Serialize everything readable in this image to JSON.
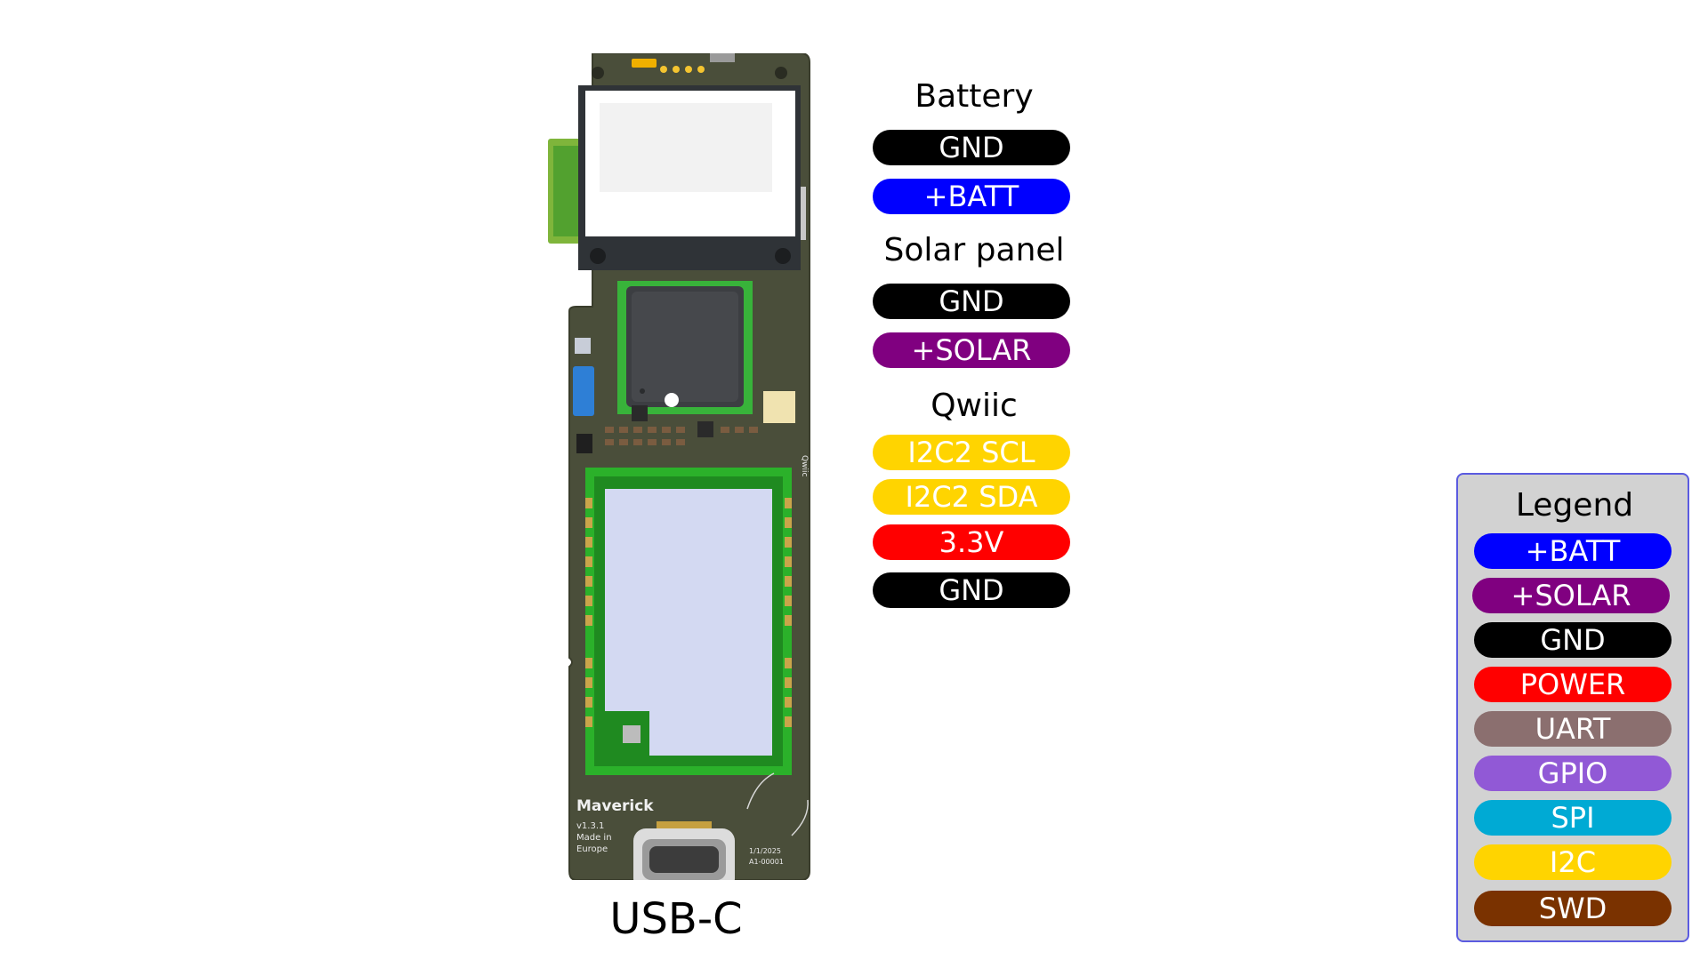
{
  "board": {
    "silkscreen_name": "Maverick",
    "silkscreen_version": "v1.3.1",
    "silkscreen_made_line1": "Made in",
    "silkscreen_made_line2": "Europe",
    "silkscreen_date": "1/1/2025",
    "silkscreen_serial": "A1-00001",
    "silkscreen_qwiic": "Qwiic",
    "usb_label": "USB-C"
  },
  "groups": [
    {
      "title": "Battery",
      "pins": [
        {
          "label": "GND",
          "color": "#000000",
          "text_color": "#ffffff"
        },
        {
          "label": "+BATT",
          "color": "#0000ff",
          "text_color": "#ffffff"
        }
      ]
    },
    {
      "title": "Solar panel",
      "pins": [
        {
          "label": "GND",
          "color": "#000000",
          "text_color": "#ffffff"
        },
        {
          "label": "+SOLAR",
          "color": "#800080",
          "text_color": "#ffffff"
        }
      ]
    },
    {
      "title": "Qwiic",
      "pins": [
        {
          "label": "I2C2 SCL",
          "color": "#ffd400",
          "text_color": "#ffffff"
        },
        {
          "label": "I2C2 SDA",
          "color": "#ffd400",
          "text_color": "#ffffff"
        },
        {
          "label": "3.3V",
          "color": "#ff0000",
          "text_color": "#ffffff"
        },
        {
          "label": "GND",
          "color": "#000000",
          "text_color": "#ffffff"
        }
      ]
    }
  ],
  "legend": {
    "title": "Legend",
    "items": [
      {
        "label": "+BATT",
        "color": "#0000ff"
      },
      {
        "label": "+SOLAR",
        "color": "#800080"
      },
      {
        "label": "GND",
        "color": "#000000"
      },
      {
        "label": "POWER",
        "color": "#ff0000"
      },
      {
        "label": "UART",
        "color": "#8b6f6f"
      },
      {
        "label": "GPIO",
        "color": "#9159d6"
      },
      {
        "label": "SPI",
        "color": "#00aad4"
      },
      {
        "label": "I2C",
        "color": "#ffd400"
      },
      {
        "label": "SWD",
        "color": "#7a3200"
      }
    ]
  }
}
